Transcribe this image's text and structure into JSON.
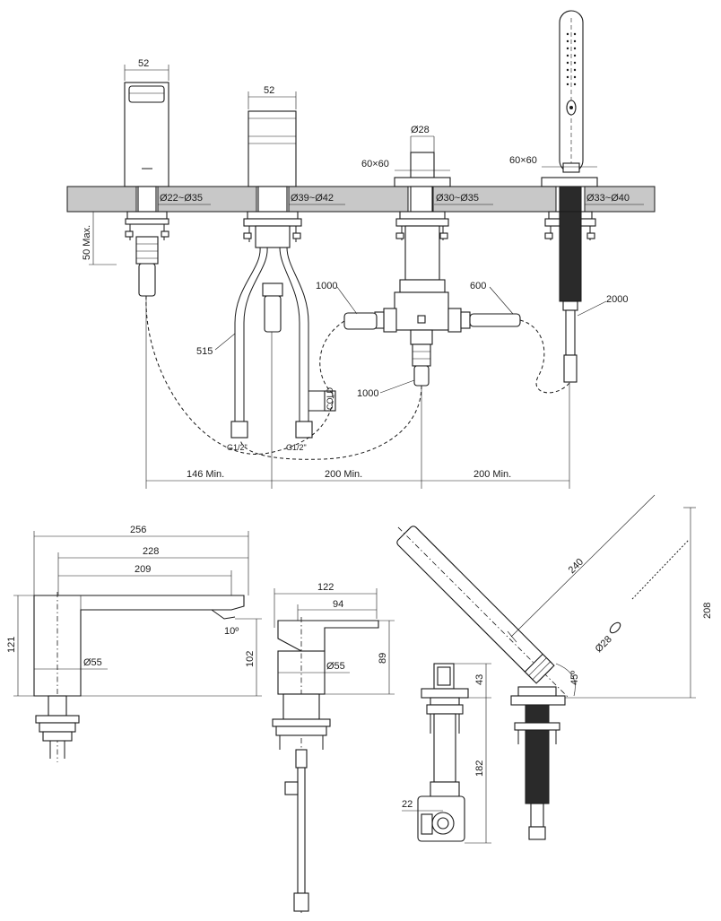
{
  "top_view": {
    "spout": {
      "width": "52",
      "hole": "Ø22~Ø35"
    },
    "mixer": {
      "width": "52",
      "hole": "Ø39~Ø42",
      "hose": "515"
    },
    "diverter": {
      "knob": "Ø28",
      "rosette": "60×60",
      "hole": "Ø30~Ø35",
      "hose_left": "1000",
      "hose_right": "600",
      "hose_bottom": "1000"
    },
    "shower": {
      "rosette": "60×60",
      "hole": "Ø33~Ø40",
      "hose": "2000"
    },
    "deck_thickness": "50 Max.",
    "inlet_left": "G1/2\"",
    "inlet_right": "G1/2\"",
    "cold_label": "COLD",
    "spacing": [
      "146 Min.",
      "200 Min.",
      "200 Min."
    ]
  },
  "spout_side": {
    "overall": "256",
    "reach": "228",
    "outlet": "209",
    "height": "121",
    "outlet_height": "102",
    "base": "Ø55",
    "angle": "10º"
  },
  "mixer_side": {
    "overall": "122",
    "lever": "94",
    "height": "89",
    "base": "Ø55"
  },
  "diverter_side": {
    "top": "43",
    "body": "182",
    "offset": "22"
  },
  "handshower_side": {
    "length": "240",
    "height": "208",
    "diameter": "Ø28",
    "angle": "45º"
  }
}
